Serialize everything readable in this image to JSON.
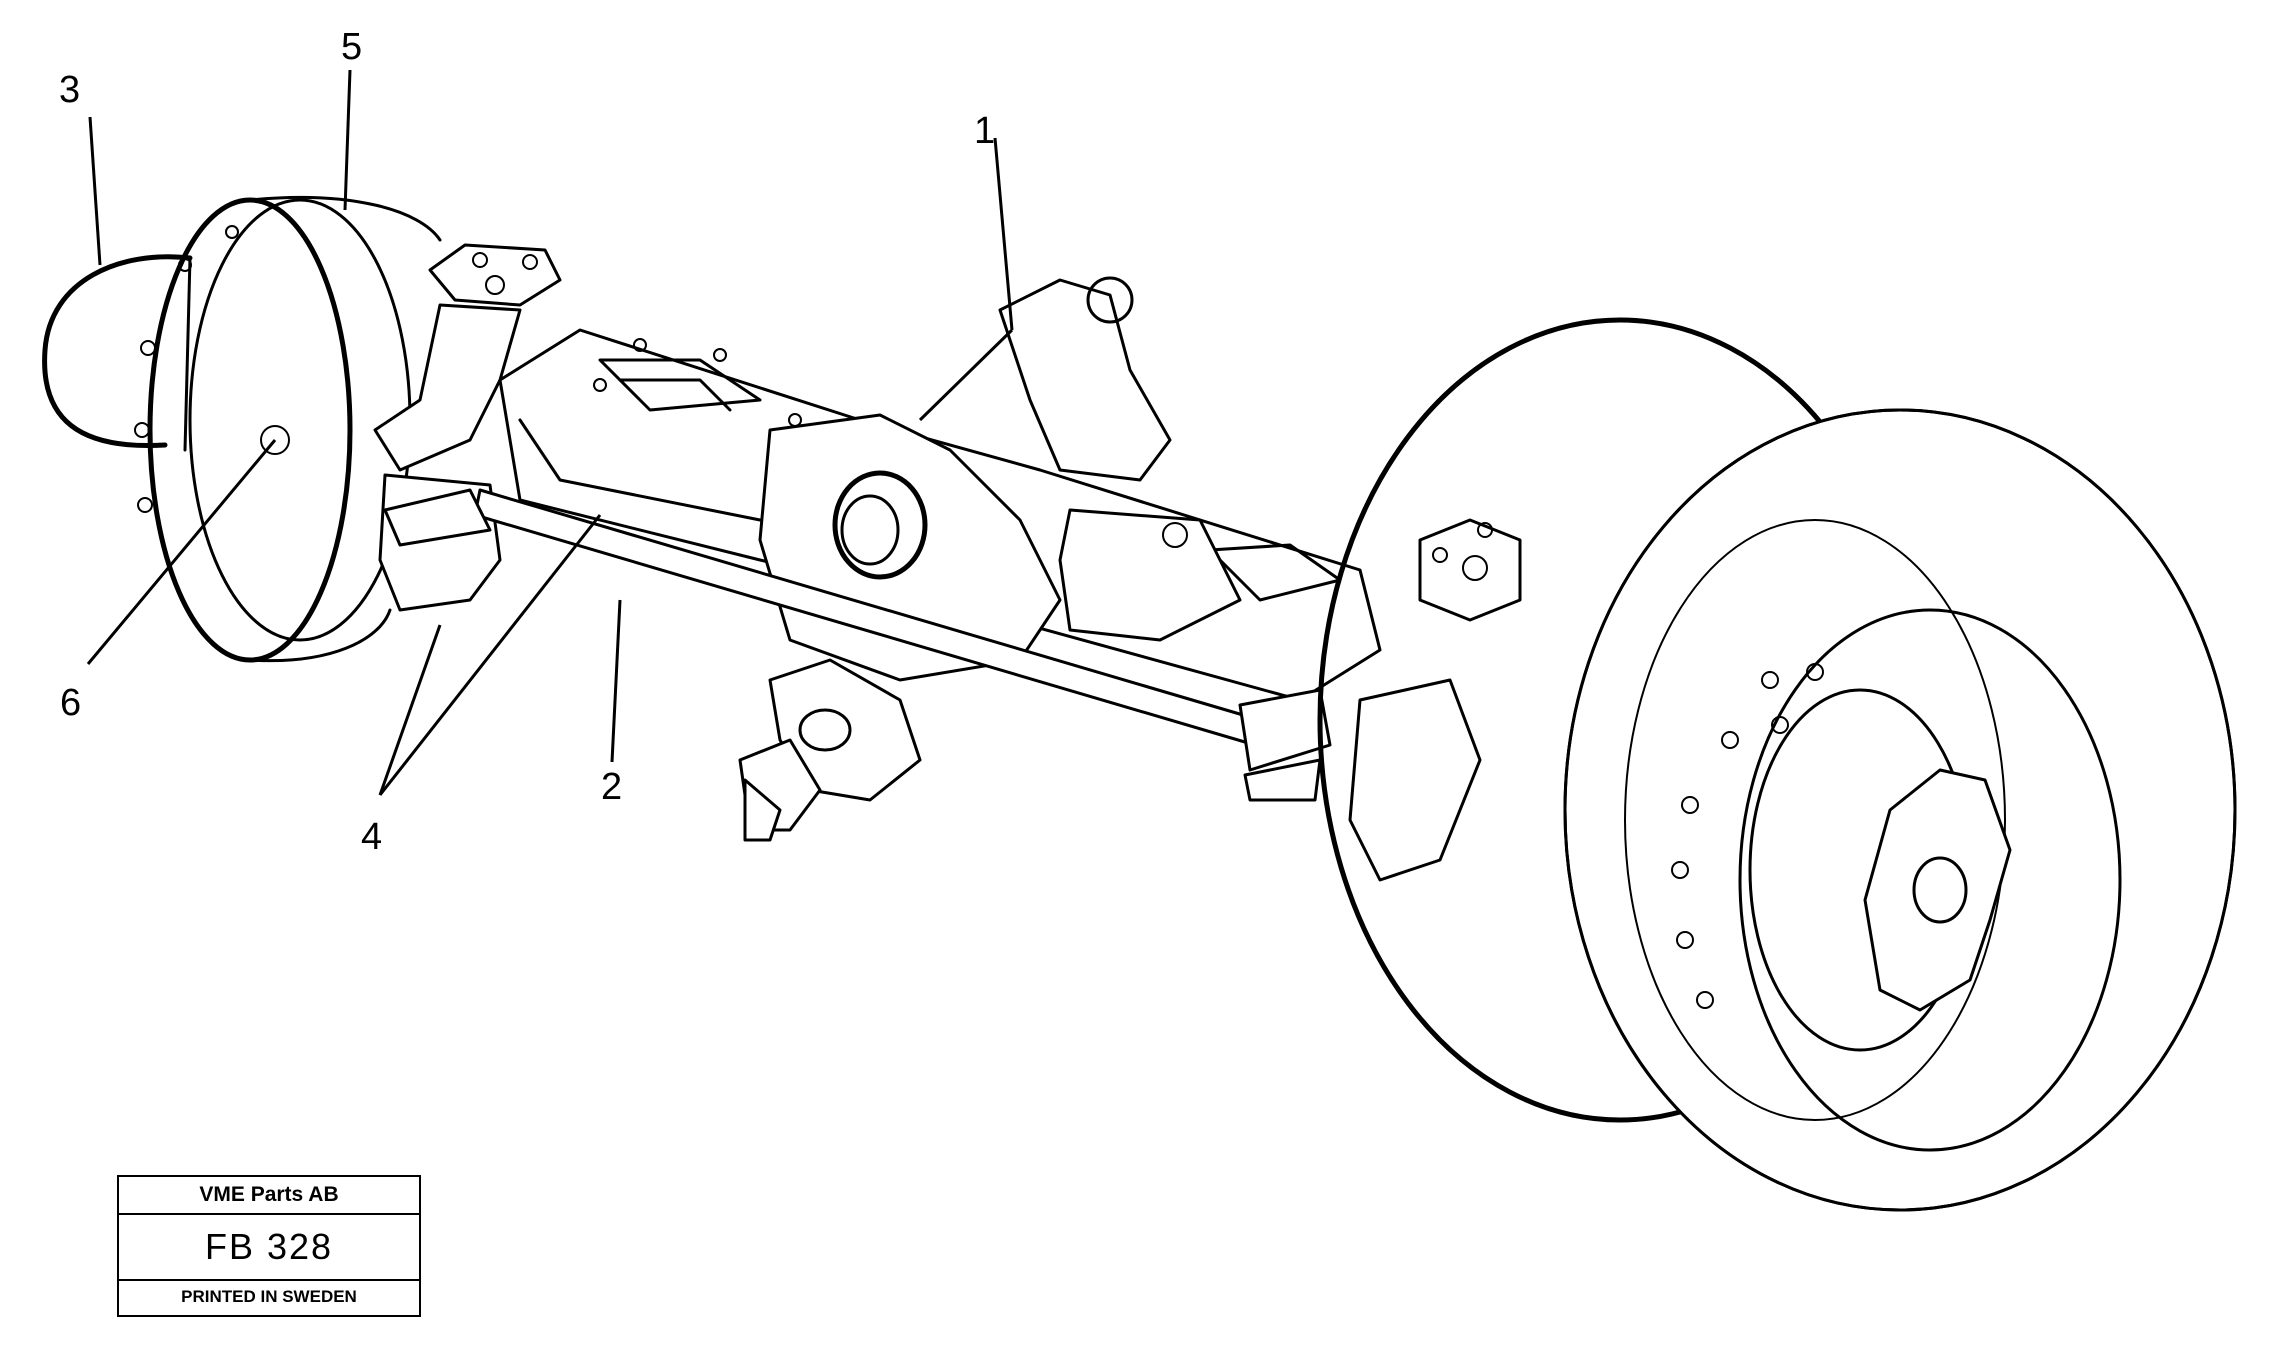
{
  "callouts": {
    "c1": "1",
    "c2": "2",
    "c3": "3",
    "c4": "4",
    "c5": "5",
    "c6": "6"
  },
  "plate": {
    "company": "VME Parts AB",
    "code": "FB 328",
    "printed": "PRINTED IN SWEDEN"
  }
}
